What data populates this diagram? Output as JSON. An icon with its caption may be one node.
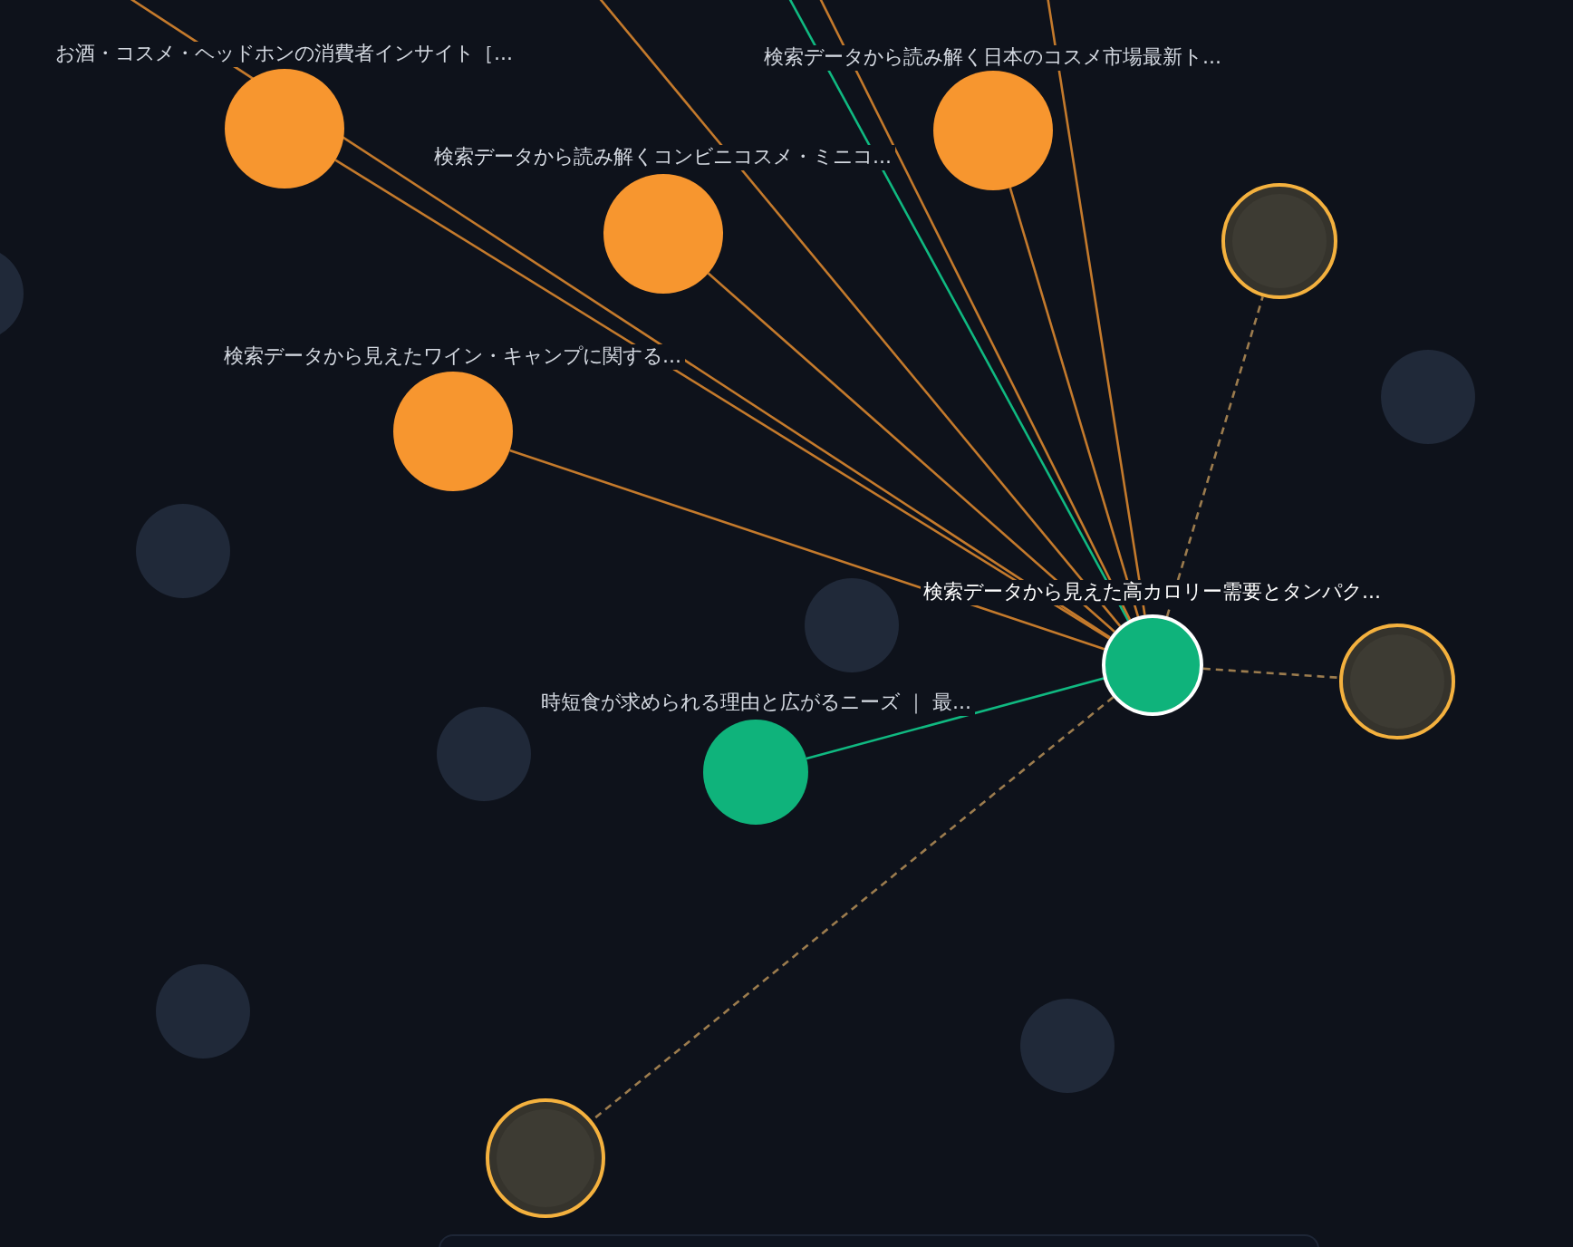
{
  "diagram": {
    "nodes": [
      {
        "text": [],
        "shape": "circle",
        "beside": [
          "お酒・コスメ・ヘッドホンの消費者インサイト［..."
        ]
      },
      {
        "text": [],
        "shape": "circle",
        "beside": [
          "検索データから読み解く日本のコスメ市場最新ト..."
        ]
      },
      {
        "text": [],
        "shape": "circle",
        "beside": [
          "検索データから読み解くコンビニコスメ・ミニコ..."
        ]
      },
      {
        "text": [],
        "shape": "circle"
      },
      {
        "text": [],
        "shape": "circle"
      },
      {
        "text": [],
        "shape": "circle",
        "beside": [
          "検索データから見えたワイン・キャンプに関する..."
        ]
      },
      {
        "text": [],
        "shape": "circle"
      },
      {
        "text": [],
        "shape": "circle"
      },
      {
        "text": [],
        "shape": "circle"
      },
      {
        "text": [],
        "shape": "circle",
        "beside": [
          "検索データから見えた高カロリー需要とタンパク..."
        ]
      },
      {
        "text": [],
        "shape": "circle"
      },
      {
        "text": [],
        "shape": "circle",
        "beside": [
          "時短食が求められる理由と広がるニーズ ｜ 最..."
        ]
      },
      {
        "text": [],
        "shape": "circle"
      },
      {
        "text": [],
        "shape": "circle"
      },
      {
        "text": [],
        "shape": "circle"
      },
      {
        "text": [],
        "shape": "circle"
      }
    ],
    "edges": [
      {
        "from": 0,
        "to": 9,
        "arrow": "none"
      },
      {
        "from": null,
        "to": 9,
        "arrow": "none"
      },
      {
        "from": null,
        "to": 9,
        "arrow": "none"
      },
      {
        "from": null,
        "to": 9,
        "arrow": "none",
        "color": "#10b981"
      },
      {
        "from": null,
        "to": 9,
        "arrow": "none"
      },
      {
        "from": null,
        "to": 9,
        "arrow": "none"
      },
      {
        "from": 1,
        "to": 9,
        "arrow": "none"
      },
      {
        "from": 2,
        "to": 9,
        "arrow": "none"
      },
      {
        "from": 5,
        "to": 9,
        "arrow": "none"
      },
      {
        "from": 11,
        "to": 9,
        "arrow": "none",
        "color": "#10b981"
      },
      {
        "from": 9,
        "to": 3,
        "arrow": "none",
        "style": "dashed",
        "color": "#9c7c4e"
      },
      {
        "from": 9,
        "to": 10,
        "arrow": "none",
        "style": "dashed",
        "color": "#9c7c4e"
      },
      {
        "from": 9,
        "to": 15,
        "arrow": "none",
        "style": "dashed",
        "color": "#9c7c4e"
      }
    ]
  }
}
